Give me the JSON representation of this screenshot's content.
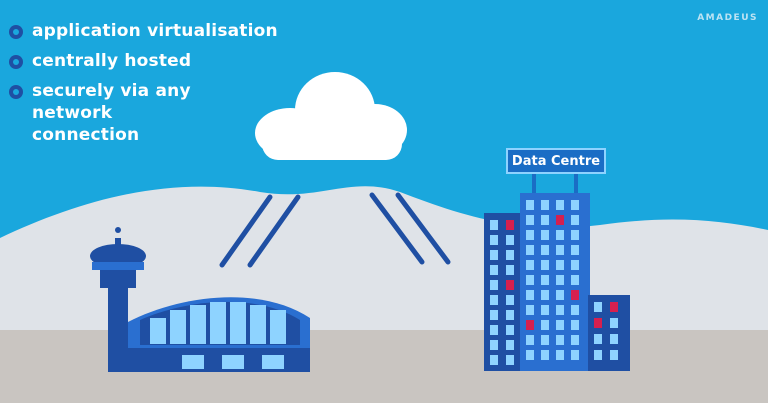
{
  "bullets": [
    {
      "text": "application virtualisation",
      "icon": "gear-icon"
    },
    {
      "text": "centrally hosted",
      "icon": "gear-icon"
    },
    {
      "text": "securely via any network connection",
      "icon": "gear-icon"
    }
  ],
  "brand": {
    "label": "AMADEUS"
  },
  "data_centre": {
    "label": "Data Centre"
  },
  "colors": {
    "sky": "#1aa7dd",
    "hills": "#dfe3e8",
    "ground": "#c9c5c1",
    "building_dark": "#1f4fa3",
    "building_mid": "#2a6fd0",
    "window_light": "#8ed3ff",
    "window_red": "#d6204f"
  }
}
